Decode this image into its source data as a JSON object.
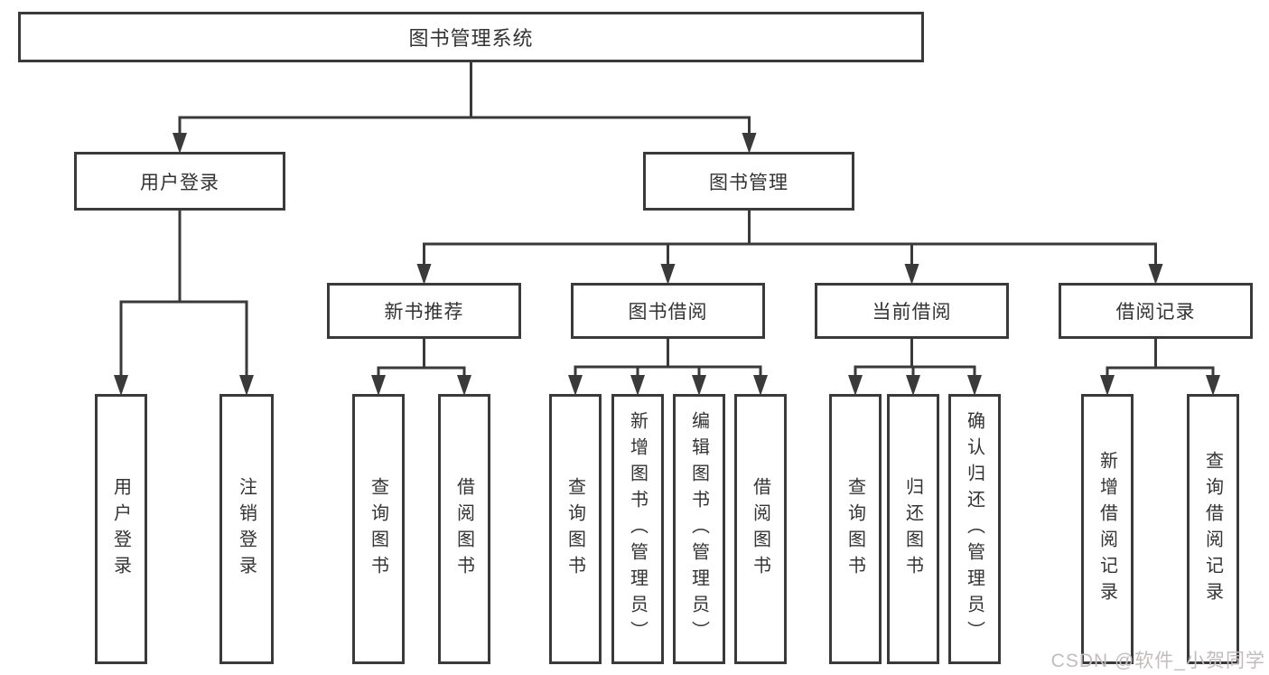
{
  "colors": {
    "background": "#ffffff",
    "line": "#3a3a3a",
    "box_border": "#3a3a3a",
    "text": "#333333",
    "watermark": "#c3bcbc"
  },
  "watermark": {
    "text": "CSDN @软件_小贺同学"
  },
  "tree": {
    "root": {
      "label": "图书管理系统",
      "children": [
        {
          "label": "用户登录",
          "children": [
            {
              "label": "用户登录"
            },
            {
              "label": "注销登录"
            }
          ]
        },
        {
          "label": "图书管理",
          "children": [
            {
              "label": "新书推荐",
              "children": [
                {
                  "label": "查询图书"
                },
                {
                  "label": "借阅图书"
                }
              ]
            },
            {
              "label": "图书借阅",
              "children": [
                {
                  "label": "查询图书"
                },
                {
                  "label": "新增图书（管理员）"
                },
                {
                  "label": "编辑图书（管理员）"
                },
                {
                  "label": "借阅图书"
                }
              ]
            },
            {
              "label": "当前借阅",
              "children": [
                {
                  "label": "查询图书"
                },
                {
                  "label": "归还图书"
                },
                {
                  "label": "确认归还（管理员）"
                }
              ]
            },
            {
              "label": "借阅记录",
              "children": [
                {
                  "label": "新增借阅记录"
                },
                {
                  "label": "查询借阅记录"
                }
              ]
            }
          ]
        }
      ]
    }
  }
}
